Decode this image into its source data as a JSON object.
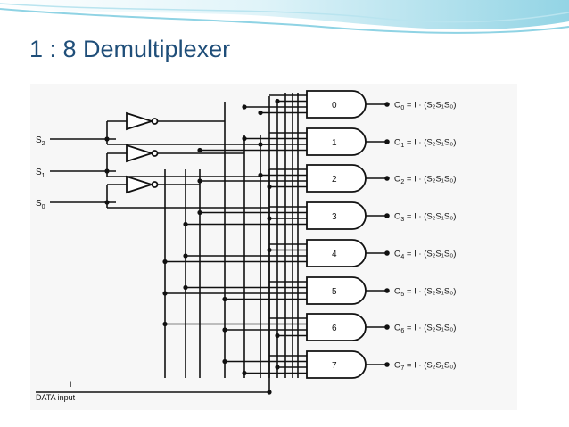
{
  "title": "1 : 8 Demultiplexer",
  "colors": {
    "title": "#1f4e79",
    "header_wave": "#6fc6dc",
    "panel": "#f7f7f7"
  },
  "select_inputs": [
    {
      "letter": "S",
      "sub": "2"
    },
    {
      "letter": "S",
      "sub": "1"
    },
    {
      "letter": "S",
      "sub": "0"
    }
  ],
  "data_input": {
    "symbol": "I",
    "label": "DATA input"
  },
  "gates": [
    {
      "label": "0",
      "output": "O",
      "sub": "0",
      "expr": "= I · (S₂S₁S₀)"
    },
    {
      "label": "1",
      "output": "O",
      "sub": "1",
      "expr": "= I · (S₂S₁S₀)"
    },
    {
      "label": "2",
      "output": "O",
      "sub": "2",
      "expr": "= I · (S₂S₁S₀)"
    },
    {
      "label": "3",
      "output": "O",
      "sub": "3",
      "expr": "= I · (S₂S₁S₀)"
    },
    {
      "label": "4",
      "output": "O",
      "sub": "4",
      "expr": "= I · (S₂S₁S₀)"
    },
    {
      "label": "5",
      "output": "O",
      "sub": "5",
      "expr": "= I · (S₂S₁S₀)"
    },
    {
      "label": "6",
      "output": "O",
      "sub": "6",
      "expr": "= I · (S₂S₁S₀)"
    },
    {
      "label": "7",
      "output": "O",
      "sub": "7",
      "expr": "= I · (S₂S₁S₀)"
    }
  ]
}
